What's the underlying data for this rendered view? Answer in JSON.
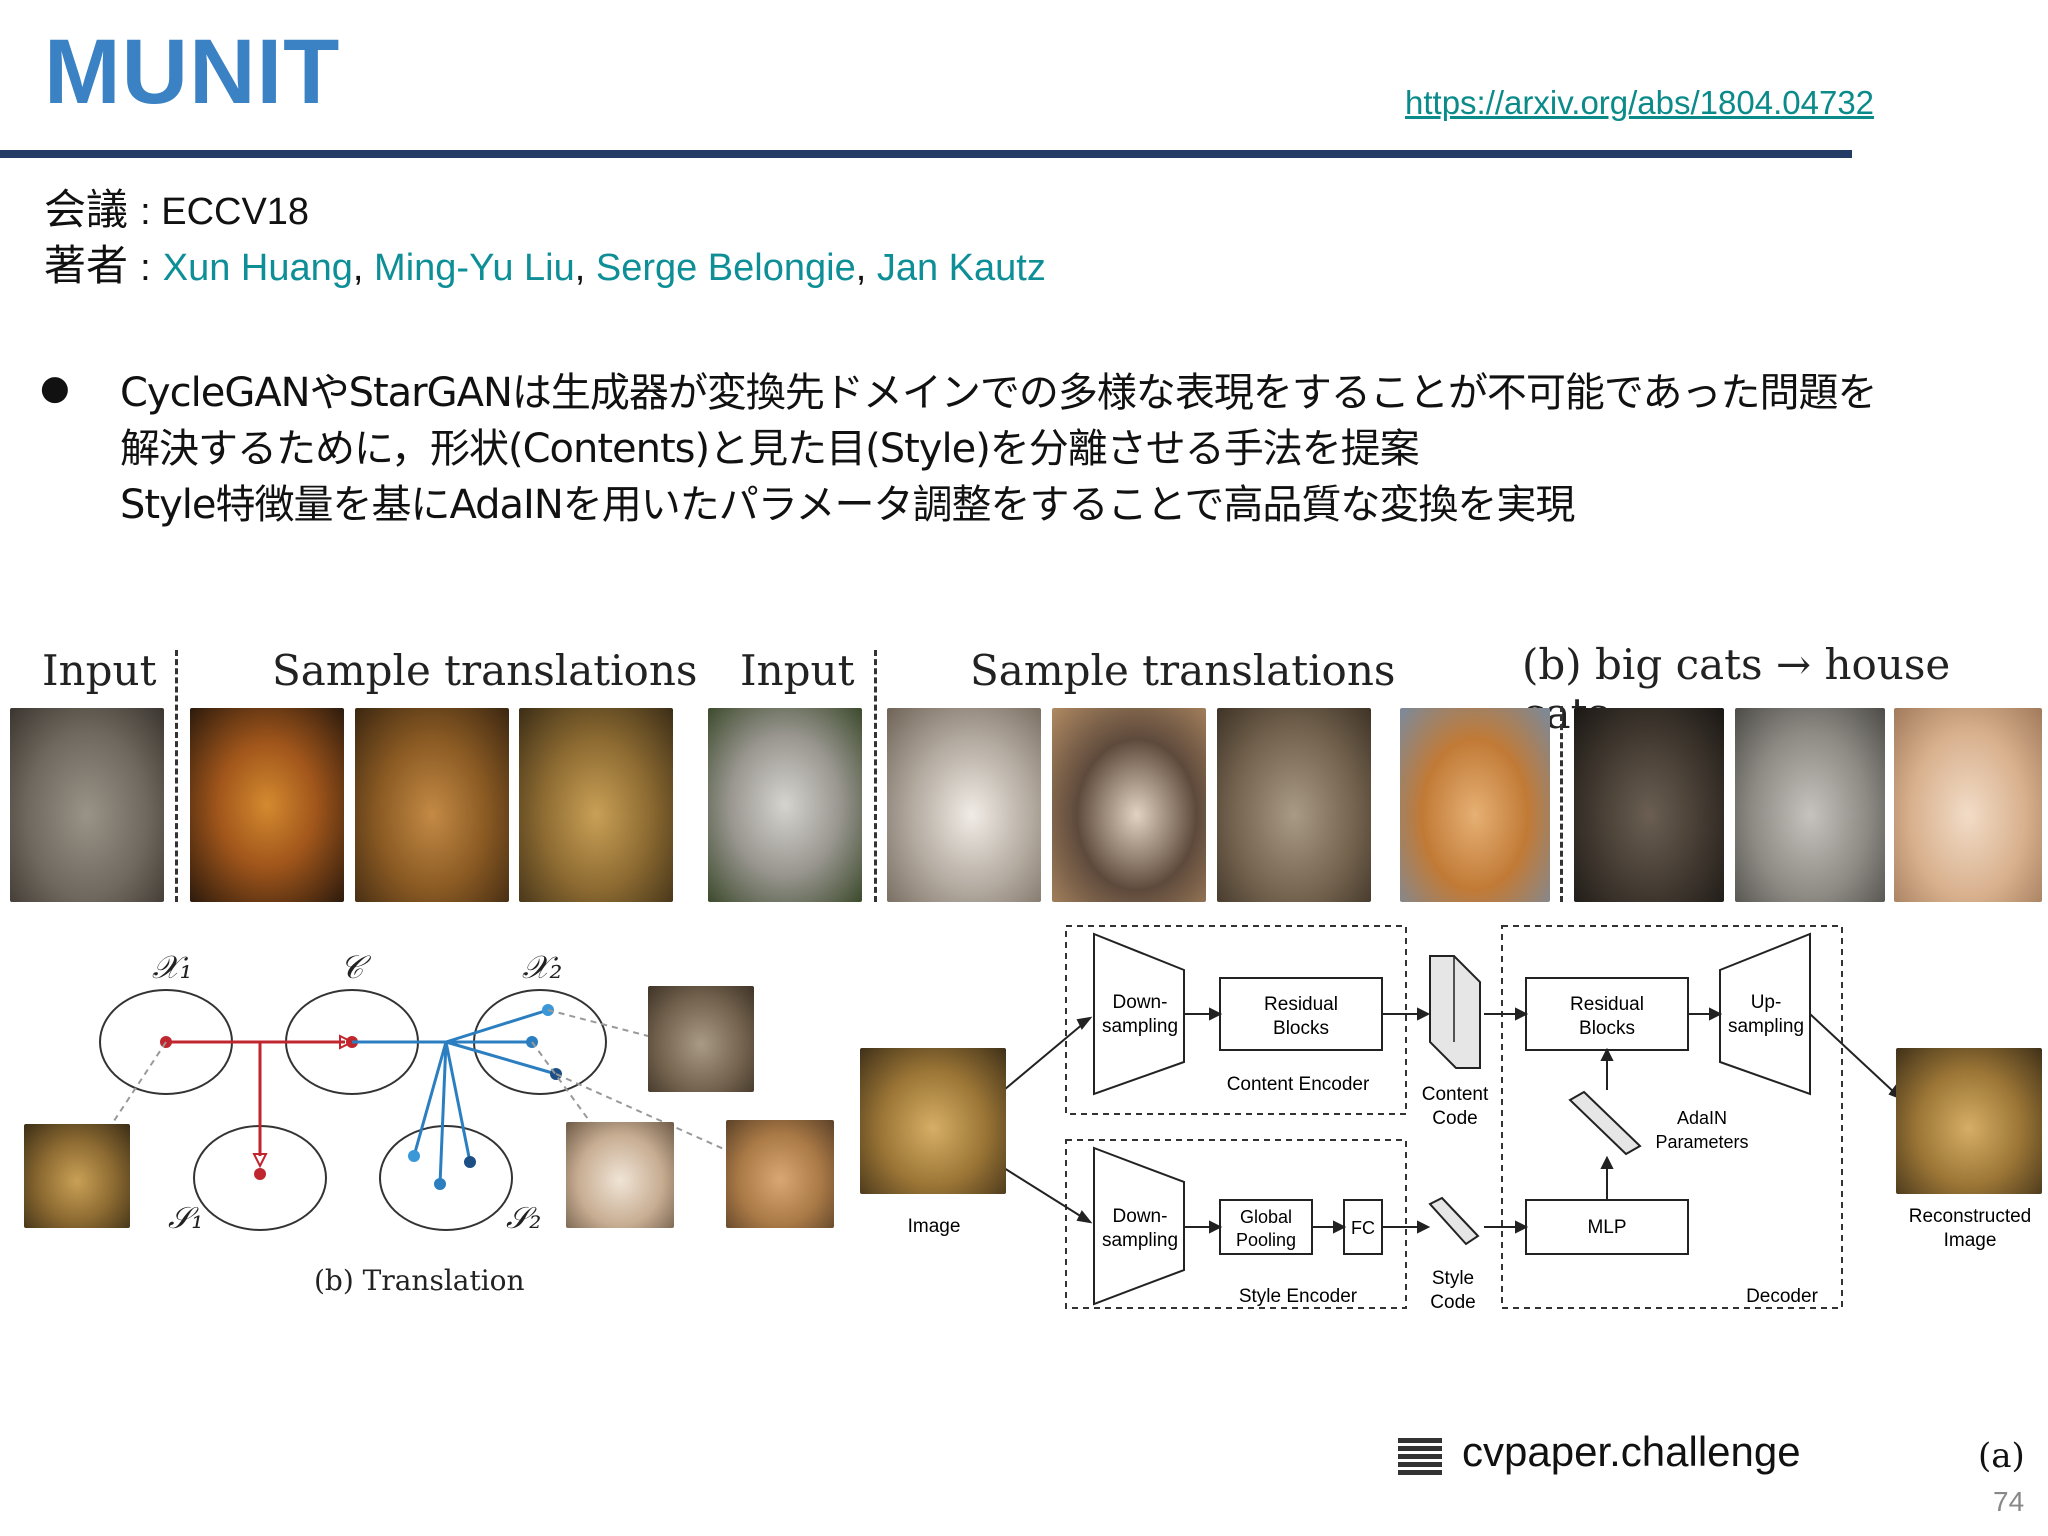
{
  "slide": {
    "title": "MUNIT",
    "url": "https://arxiv.org/abs/1804.04732",
    "conference_label": "会議",
    "conference_value": ": ECCV18",
    "authors_label": "著者",
    "authors_sep": ":",
    "authors": [
      "Xun Huang",
      "Ming-Yu Liu",
      "Serge Belongie",
      "Jan Kautz"
    ],
    "bullet": "●",
    "summary_lines": [
      "CycleGANやStarGANは生成器が変換先ドメインでの多様な表現をすることが不可能であった問題を",
      "解決するために，形状(Contents)と見た目(Style)を分離させる手法を提案",
      "Style特徴量を基にAdaINを用いたパラメータ調整をすることで高品質な変換を実現"
    ],
    "page_number": "74",
    "logo_text": "cvpaper.challenge",
    "figure_tag": "(a)"
  },
  "samples": {
    "group1_input": "Input",
    "group1_samples": "Sample translations",
    "group2_input": "Input",
    "group2_samples": "Sample translations",
    "group3_caption": "(b) big cats → house cats"
  },
  "translation_diagram": {
    "x1": "𝒳₁",
    "c": "𝒞",
    "x2": "𝒳₂",
    "s1": "𝒮₁",
    "s2": "𝒮₂",
    "caption": "(b) Translation"
  },
  "architecture": {
    "image_in": "Image",
    "content_down": [
      "Down-",
      "sampling"
    ],
    "content_res": [
      "Residual",
      "Blocks"
    ],
    "content_encoder": "Content Encoder",
    "content_code": [
      "Content",
      "Code"
    ],
    "style_down": [
      "Down-",
      "sampling"
    ],
    "style_pool": [
      "Global",
      "Pooling"
    ],
    "style_fc": "FC",
    "style_encoder": "Style Encoder",
    "style_code": [
      "Style",
      "Code"
    ],
    "dec_res": [
      "Residual",
      "Blocks"
    ],
    "dec_up": [
      "Up-",
      "sampling"
    ],
    "adain": [
      "AdaIN",
      "Parameters"
    ],
    "mlp": "MLP",
    "decoder": "Decoder",
    "recon": [
      "Reconstructed",
      "Image"
    ]
  },
  "colors": {
    "title": "#3b82c4",
    "rule": "#233c66",
    "link": "#0b8a8a",
    "author": "#0e8f97",
    "red_path": "#c0262d",
    "blue_path": "#2b7fc1"
  }
}
